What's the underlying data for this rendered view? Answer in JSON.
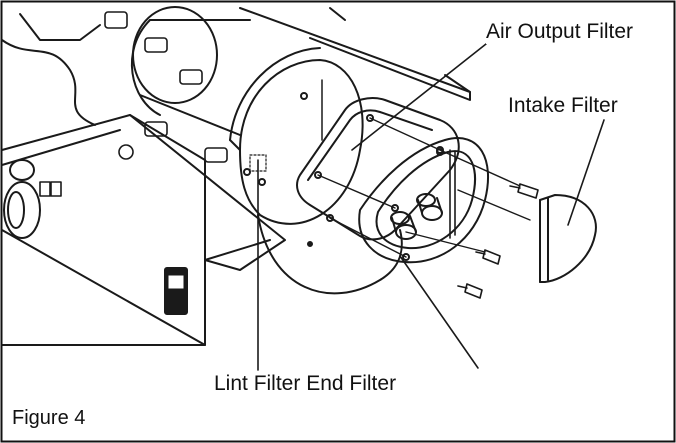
{
  "labels": {
    "air_output_filter": "Air Output Filter",
    "intake_filter": "Intake Filter",
    "lint_end_filter": "Lint Filter End Filter",
    "figure": "Figure 4"
  }
}
